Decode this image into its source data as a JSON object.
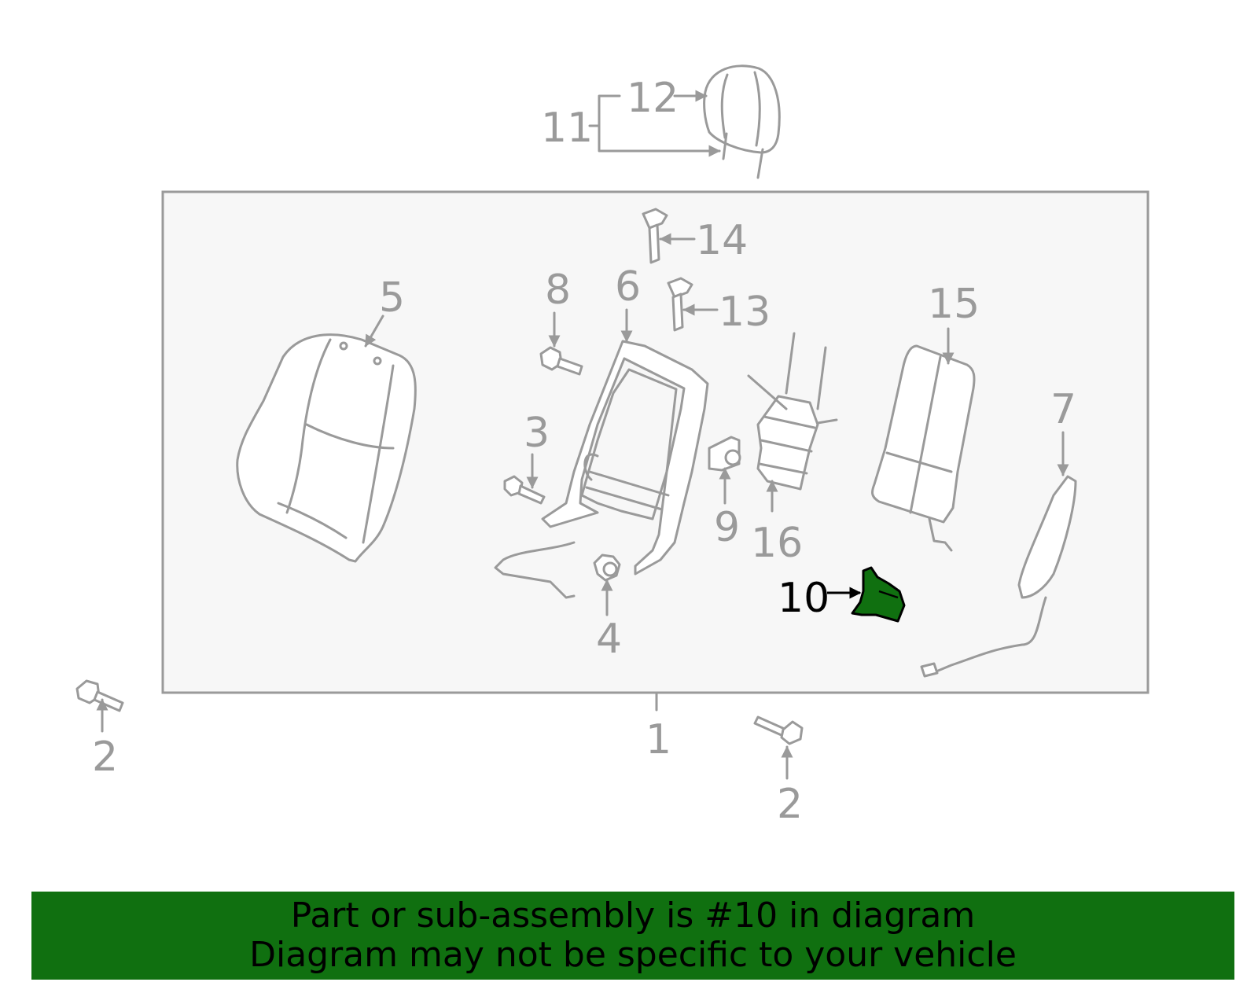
{
  "diagram": {
    "highlight_color": "#107010",
    "frame_fill": "#f7f7f7",
    "line_color": "#9a9a9a",
    "callouts": {
      "c1": "1",
      "c2a": "2",
      "c2b": "2",
      "c3": "3",
      "c4": "4",
      "c5": "5",
      "c6": "6",
      "c7": "7",
      "c8": "8",
      "c9": "9",
      "c10": "10",
      "c11": "11",
      "c12": "12",
      "c13": "13",
      "c14": "14",
      "c15": "15",
      "c16": "16"
    },
    "highlighted_callout": "10"
  },
  "banner": {
    "line1": "Part or sub-assembly is #10 in diagram",
    "line2": "Diagram may not be specific to your vehicle",
    "background": "#107010"
  }
}
